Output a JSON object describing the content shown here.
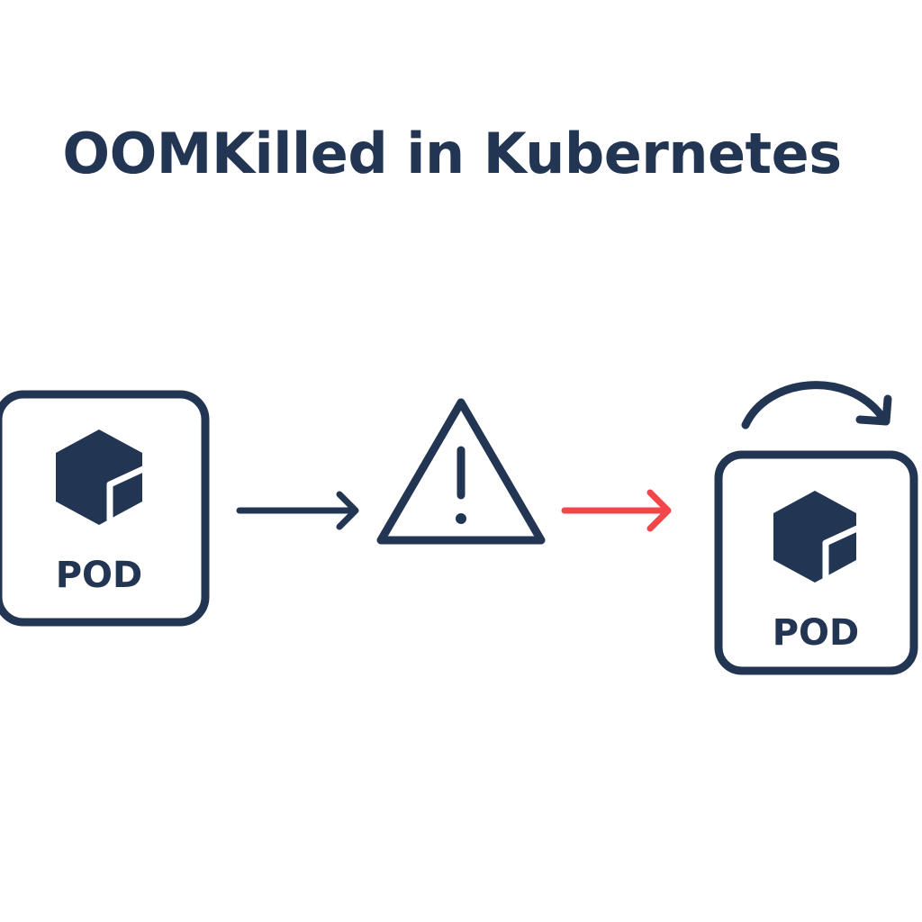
{
  "title": "OOMKilled in Kubernetes",
  "colors": {
    "primary": "#223553",
    "alert": "#f2464b",
    "background": "#ffffff"
  },
  "nodes": {
    "pod_before": {
      "label": "POD",
      "icon": "cube-icon"
    },
    "warning": {
      "icon": "warning-triangle-icon"
    },
    "pod_after": {
      "label": "POD",
      "icon": "cube-icon",
      "badge_icon": "restart-arrow-icon"
    }
  },
  "edges": [
    {
      "from": "pod_before",
      "to": "warning",
      "color": "primary",
      "icon": "arrow-right-icon"
    },
    {
      "from": "warning",
      "to": "pod_after",
      "color": "alert",
      "icon": "arrow-right-icon"
    }
  ]
}
